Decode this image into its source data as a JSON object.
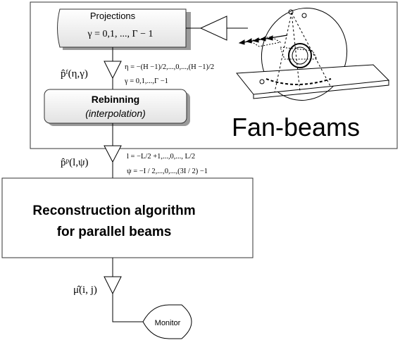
{
  "projections": {
    "title": "Projections",
    "range": "γ = 0,1, ..., Γ − 1"
  },
  "rebinning": {
    "title": "Rebinning",
    "subtitle": "(interpolation)"
  },
  "fan_beam_label": "Fan-beams",
  "signal_fan": {
    "symbol": "p̂ᶠ(η,γ)",
    "eta_range": "η = −(H −1)/2,...,0,...,(H −1)/2",
    "gamma_range": "γ = 0,1,...,Γ −1"
  },
  "signal_parallel": {
    "symbol": "p̂ᵖ(l,ψ)",
    "l_range": "l = −L/2 +1,...,0,..., L/2",
    "psi_range": "ψ = −I / 2,...,0,...,(3I / 2) −1"
  },
  "reconstruction": {
    "line1": "Reconstruction algorithm",
    "line2": "for parallel beams"
  },
  "signal_output": {
    "symbol": "μ̂(i, j)"
  },
  "monitor": {
    "label": "Monitor"
  }
}
